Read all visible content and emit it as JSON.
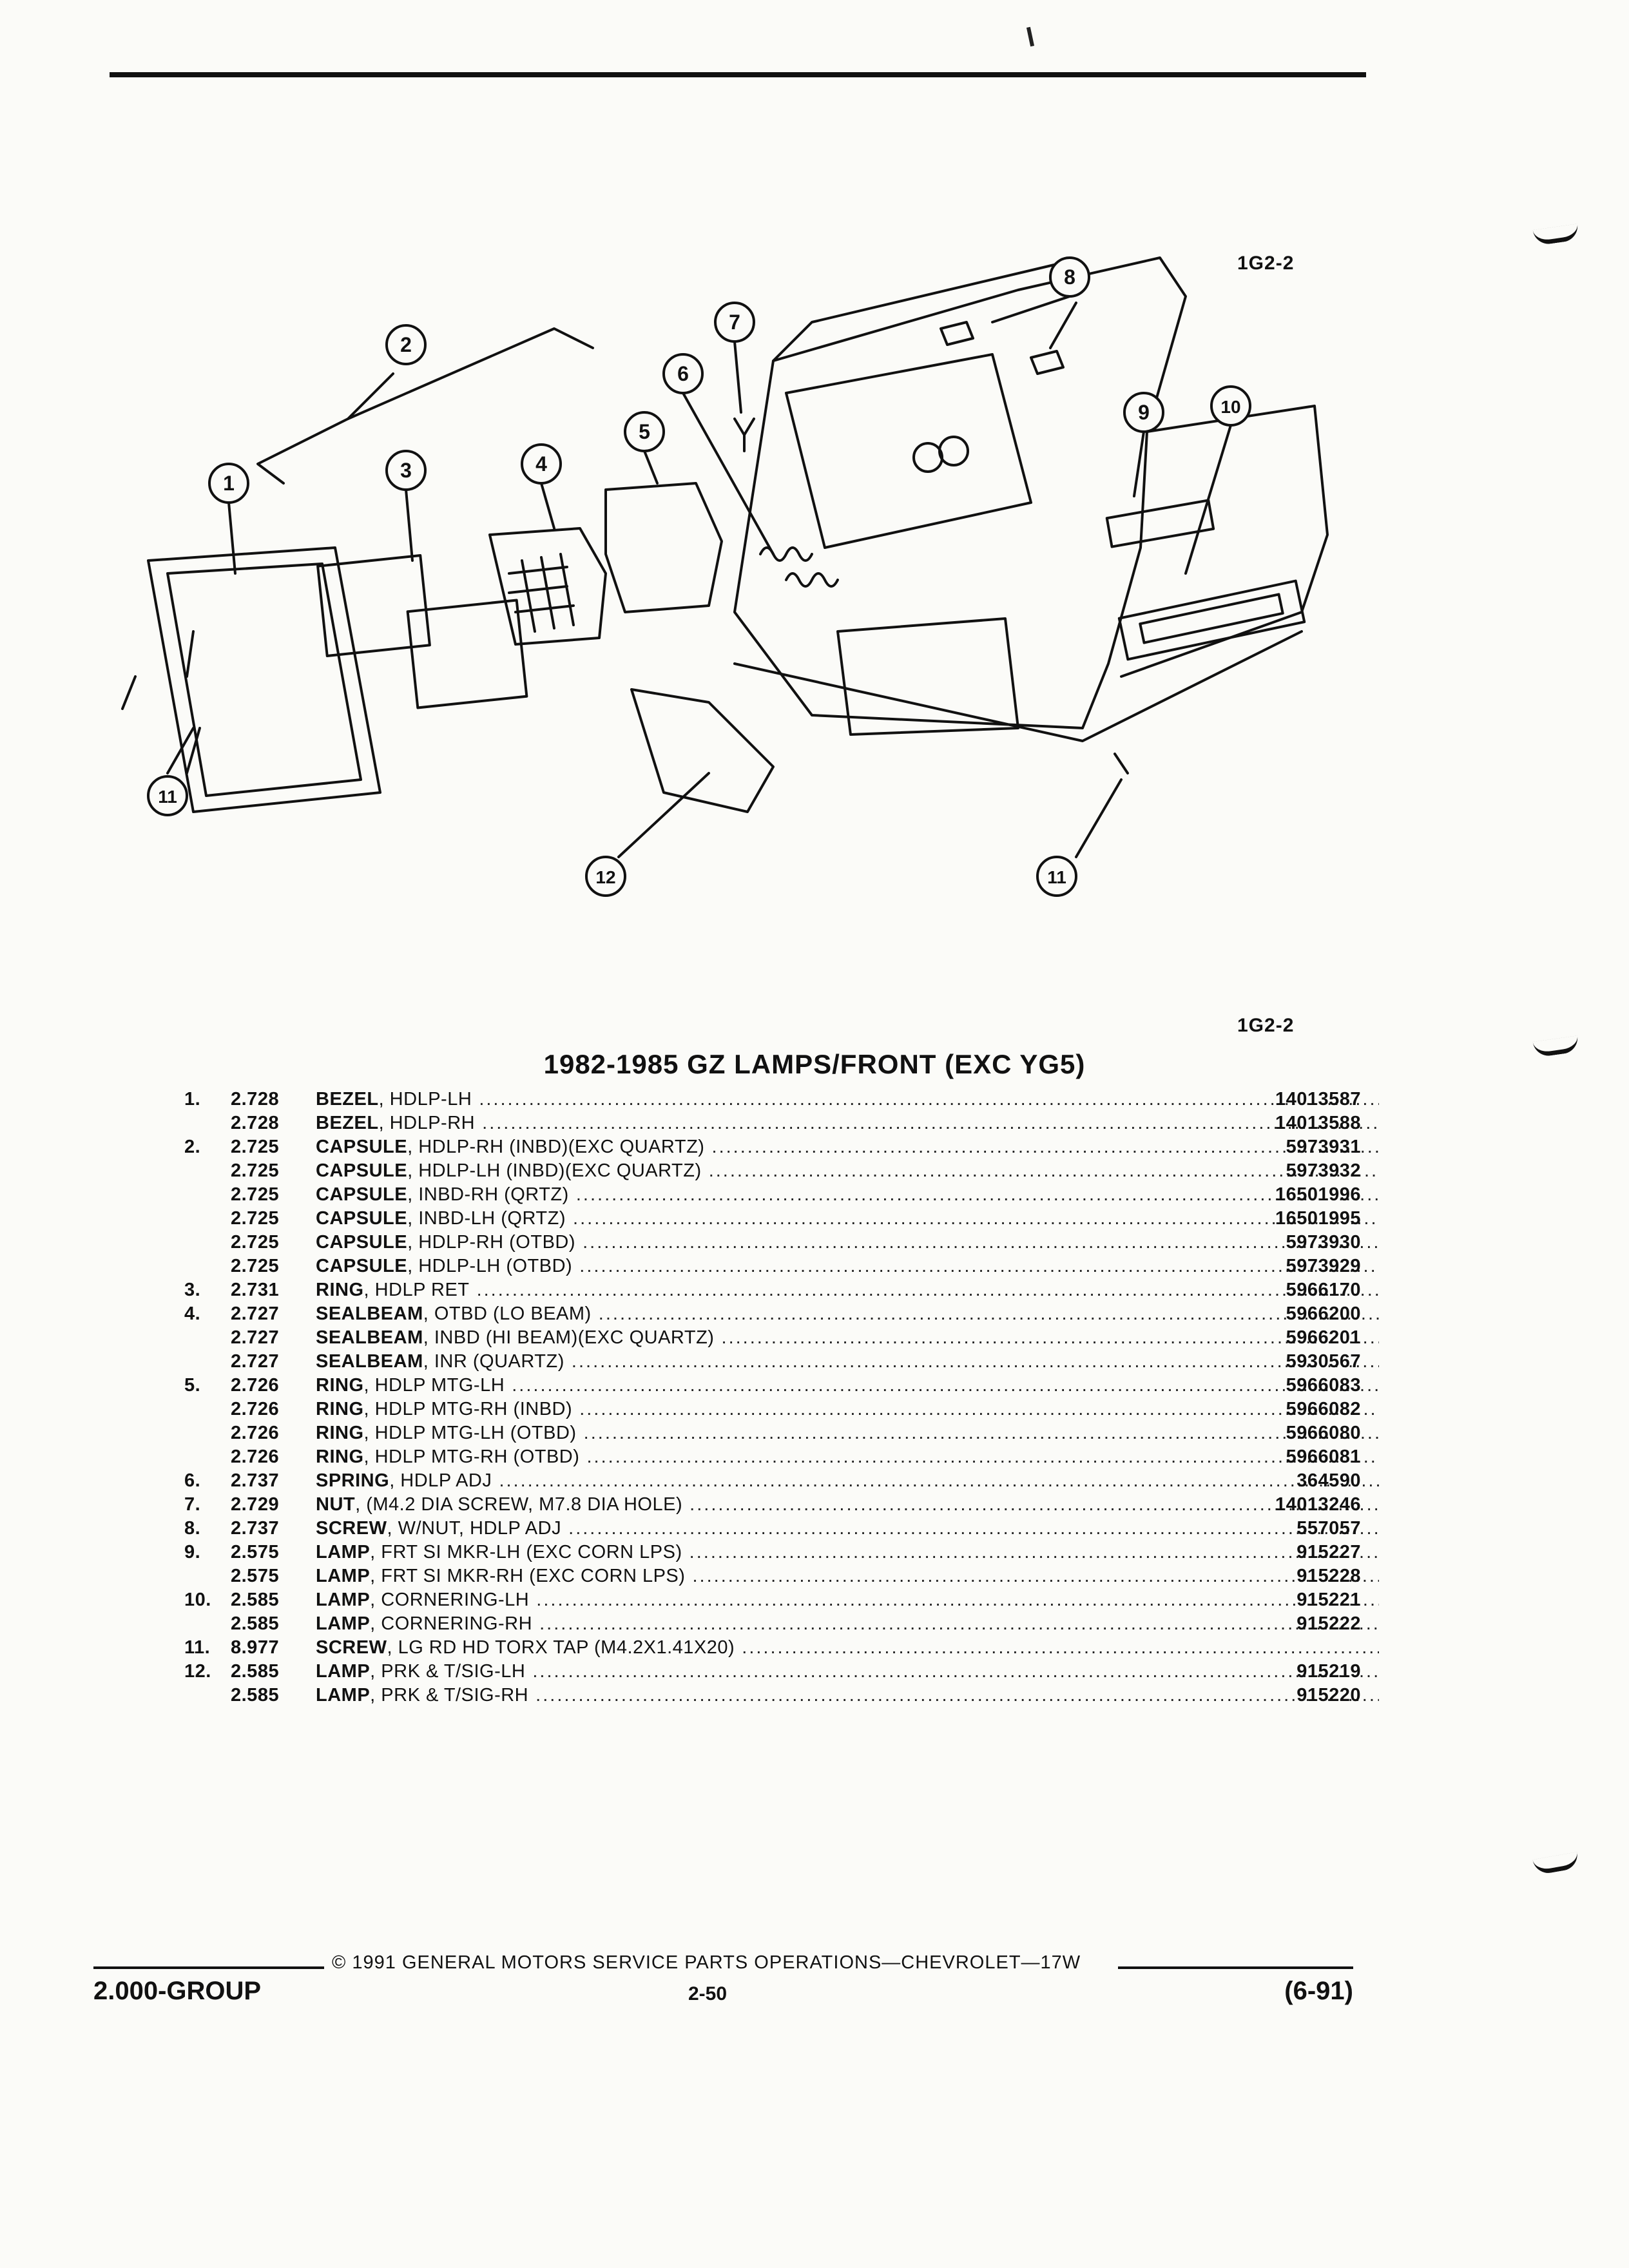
{
  "page": {
    "ref_code_top": "1G2-2",
    "ref_code_list": "1G2-2",
    "title": "1982-1985 GZ LAMPS/FRONT (EXC YG5)"
  },
  "callouts": [
    "1",
    "2",
    "3",
    "4",
    "5",
    "6",
    "7",
    "8",
    "9",
    "10",
    "11",
    "11",
    "12"
  ],
  "parts": [
    {
      "num": "1.",
      "group": "2.728",
      "name": "BEZEL",
      "spec": ", HDLP-LH",
      "pn": "14013587"
    },
    {
      "num": "",
      "group": "2.728",
      "name": "BEZEL",
      "spec": ", HDLP-RH",
      "pn": "14013588"
    },
    {
      "num": "2.",
      "group": "2.725",
      "name": "CAPSULE",
      "spec": ", HDLP-RH (INBD)(EXC QUARTZ)",
      "pn": "5973931"
    },
    {
      "num": "",
      "group": "2.725",
      "name": "CAPSULE",
      "spec": ", HDLP-LH (INBD)(EXC QUARTZ)",
      "pn": "5973932"
    },
    {
      "num": "",
      "group": "2.725",
      "name": "CAPSULE",
      "spec": ", INBD-RH (QRTZ)",
      "pn": "16501996"
    },
    {
      "num": "",
      "group": "2.725",
      "name": "CAPSULE",
      "spec": ", INBD-LH (QRTZ)",
      "pn": "16501995"
    },
    {
      "num": "",
      "group": "2.725",
      "name": "CAPSULE",
      "spec": ", HDLP-RH (OTBD)",
      "pn": "5973930"
    },
    {
      "num": "",
      "group": "2.725",
      "name": "CAPSULE",
      "spec": ", HDLP-LH (OTBD)",
      "pn": "5973929"
    },
    {
      "num": "3.",
      "group": "2.731",
      "name": "RING",
      "spec": ", HDLP RET",
      "pn": "5966170"
    },
    {
      "num": "4.",
      "group": "2.727",
      "name": "SEALBEAM",
      "spec": ", OTBD (LO BEAM)",
      "pn": "5966200"
    },
    {
      "num": "",
      "group": "2.727",
      "name": "SEALBEAM",
      "spec": ", INBD (HI BEAM)(EXC QUARTZ)",
      "pn": "5966201"
    },
    {
      "num": "",
      "group": "2.727",
      "name": "SEALBEAM",
      "spec": ", INR (QUARTZ)",
      "pn": "5930567"
    },
    {
      "num": "5.",
      "group": "2.726",
      "name": "RING",
      "spec": ", HDLP MTG-LH",
      "pn": "5966083"
    },
    {
      "num": "",
      "group": "2.726",
      "name": "RING",
      "spec": ", HDLP MTG-RH (INBD)",
      "pn": "5966082"
    },
    {
      "num": "",
      "group": "2.726",
      "name": "RING",
      "spec": ", HDLP MTG-LH (OTBD)",
      "pn": "5966080"
    },
    {
      "num": "",
      "group": "2.726",
      "name": "RING",
      "spec": ", HDLP MTG-RH (OTBD)",
      "pn": "5966081"
    },
    {
      "num": "6.",
      "group": "2.737",
      "name": "SPRING",
      "spec": ", HDLP ADJ",
      "pn": "364590"
    },
    {
      "num": "7.",
      "group": "2.729",
      "name": "NUT",
      "spec": ", (M4.2 DIA SCREW, M7.8 DIA HOLE)",
      "pn": "14013246"
    },
    {
      "num": "8.",
      "group": "2.737",
      "name": "SCREW",
      "spec": ", W/NUT, HDLP ADJ",
      "pn": "557057"
    },
    {
      "num": "9.",
      "group": "2.575",
      "name": "LAMP",
      "spec": ", FRT SI MKR-LH (EXC CORN LPS)",
      "pn": "915227"
    },
    {
      "num": "",
      "group": "2.575",
      "name": "LAMP",
      "spec": ", FRT SI MKR-RH (EXC CORN LPS)",
      "pn": "915228"
    },
    {
      "num": "10.",
      "group": "2.585",
      "name": "LAMP",
      "spec": ", CORNERING-LH",
      "pn": "915221"
    },
    {
      "num": "",
      "group": "2.585",
      "name": "LAMP",
      "spec": ", CORNERING-RH",
      "pn": "915222"
    },
    {
      "num": "11.",
      "group": "8.977",
      "name": "SCREW",
      "spec": ", LG RD HD TORX TAP (M4.2X1.41X20)",
      "pn": ""
    },
    {
      "num": "12.",
      "group": "2.585",
      "name": "LAMP",
      "spec": ", PRK & T/SIG-LH",
      "pn": "915219"
    },
    {
      "num": "",
      "group": "2.585",
      "name": "LAMP",
      "spec": ", PRK & T/SIG-RH",
      "pn": "915220"
    }
  ],
  "footer": {
    "copyright": "© 1991 GENERAL MOTORS SERVICE PARTS OPERATIONS—CHEVROLET—17W",
    "group": "2.000-GROUP",
    "page": "2-50",
    "revision": "(6-91)"
  }
}
